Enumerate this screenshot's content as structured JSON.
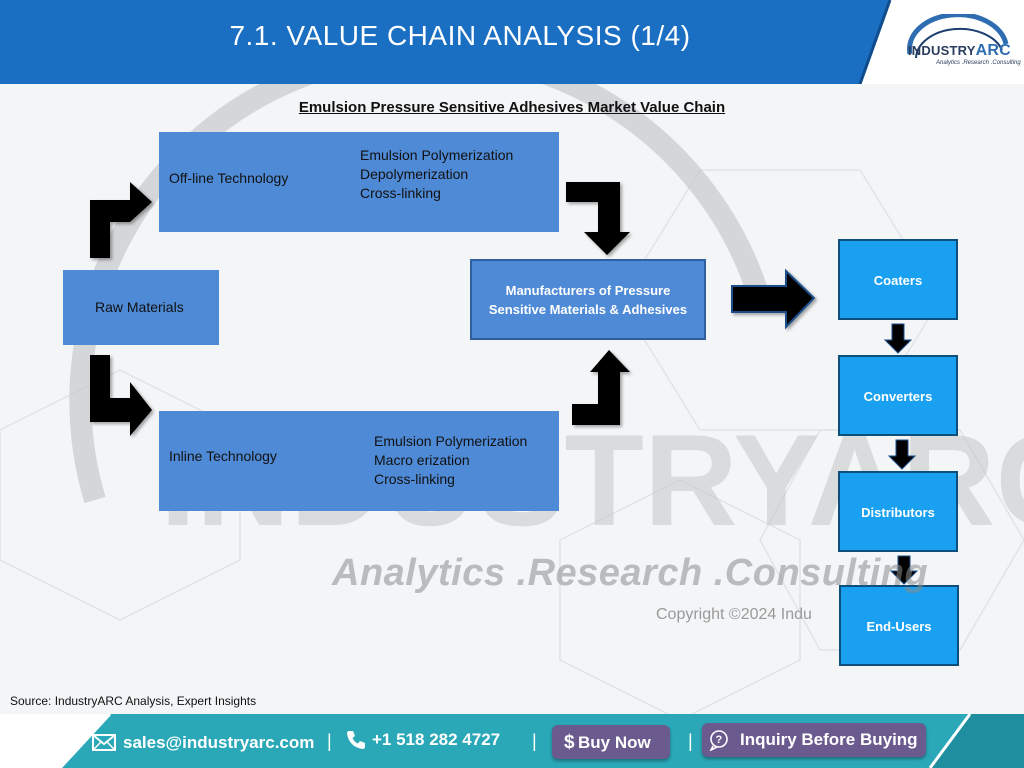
{
  "header": {
    "title": "7.1. VALUE CHAIN ANALYSIS (1/4)"
  },
  "logo": {
    "name_left": "INDUSTRY",
    "name_right": "ARC",
    "tagline": "Analytics .Research .Consulting"
  },
  "diagram": {
    "title": "Emulsion Pressure Sensitive Adhesives Market Value Chain",
    "raw_materials": "Raw Materials",
    "offline": {
      "label": "Off-line Technology",
      "steps": [
        "Emulsion Polymerization",
        "Depolymerization",
        "Cross-linking"
      ]
    },
    "inline": {
      "label": "Inline Technology",
      "steps": [
        "Emulsion Polymerization",
        "Macro erization",
        "Cross-linking"
      ]
    },
    "manufacturers": "Manufacturers of Pressure Sensitive Materials & Adhesives",
    "downstream": [
      "Coaters",
      "Converters",
      "Distributors",
      "End-Users"
    ]
  },
  "watermark": {
    "brand": "INDUSTRYARC",
    "tagline": "Analytics .Research .Consulting",
    "copyright": "Copyright ©2024 Indu"
  },
  "source": "Source: IndustryARC Analysis, Expert Insights",
  "footer": {
    "email": "sales@industryarc.com",
    "phone": "+1 518 282 4727",
    "buy_now": "Buy Now",
    "buy_symbol": "$",
    "inquiry": "Inquiry Before Buying",
    "separator": "|"
  },
  "colors": {
    "header_blue": "#1b6fc2",
    "box_blue": "#4f8ad6",
    "stack_blue": "#1aa0f0",
    "footer_teal": "#2aa8b8",
    "button_purple": "#6b5a8e"
  }
}
